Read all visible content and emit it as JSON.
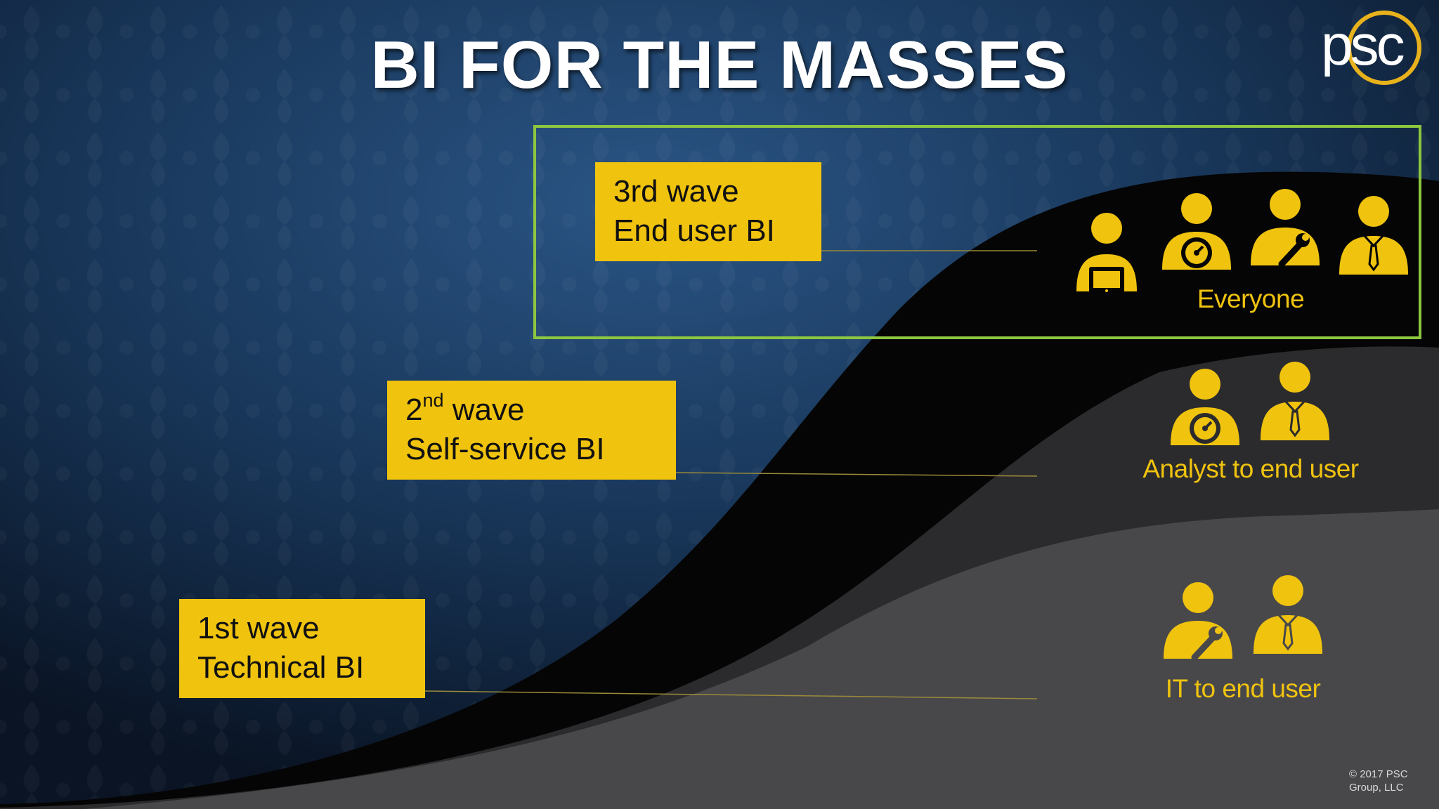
{
  "title": "BI FOR THE MASSES",
  "logo": {
    "text": "psc",
    "ring_color": "#e8b21c"
  },
  "waves": [
    {
      "id": "wave3",
      "line1": "3rd wave",
      "line2": "End user BI",
      "sup": ""
    },
    {
      "id": "wave2",
      "line1_prefix": "2",
      "sup": "nd",
      "line1_suffix": " wave",
      "line2": "Self-service BI"
    },
    {
      "id": "wave1",
      "line1": "1st wave",
      "line2": "Technical BI",
      "sup": ""
    }
  ],
  "groups": [
    {
      "label": "Everyone",
      "icons": [
        "person-tablet-icon",
        "person-gauge-icon",
        "person-wrench-icon",
        "person-tie-icon"
      ]
    },
    {
      "label": "Analyst to end user",
      "icons": [
        "person-gauge-icon",
        "person-tie-icon"
      ]
    },
    {
      "label": "IT to end user",
      "icons": [
        "person-wrench-icon",
        "person-tie-icon"
      ]
    }
  ],
  "copyright": {
    "line1": "© 2017 PSC",
    "line2": "Group, LLC"
  },
  "colors": {
    "accent_yellow": "#f0c30f",
    "frame_green": "#8dc63f",
    "background_blue": "#1c3a5e",
    "band_black": "#050505",
    "band_dark_gray": "#2b2b2d",
    "band_mid_gray": "#48484b"
  }
}
